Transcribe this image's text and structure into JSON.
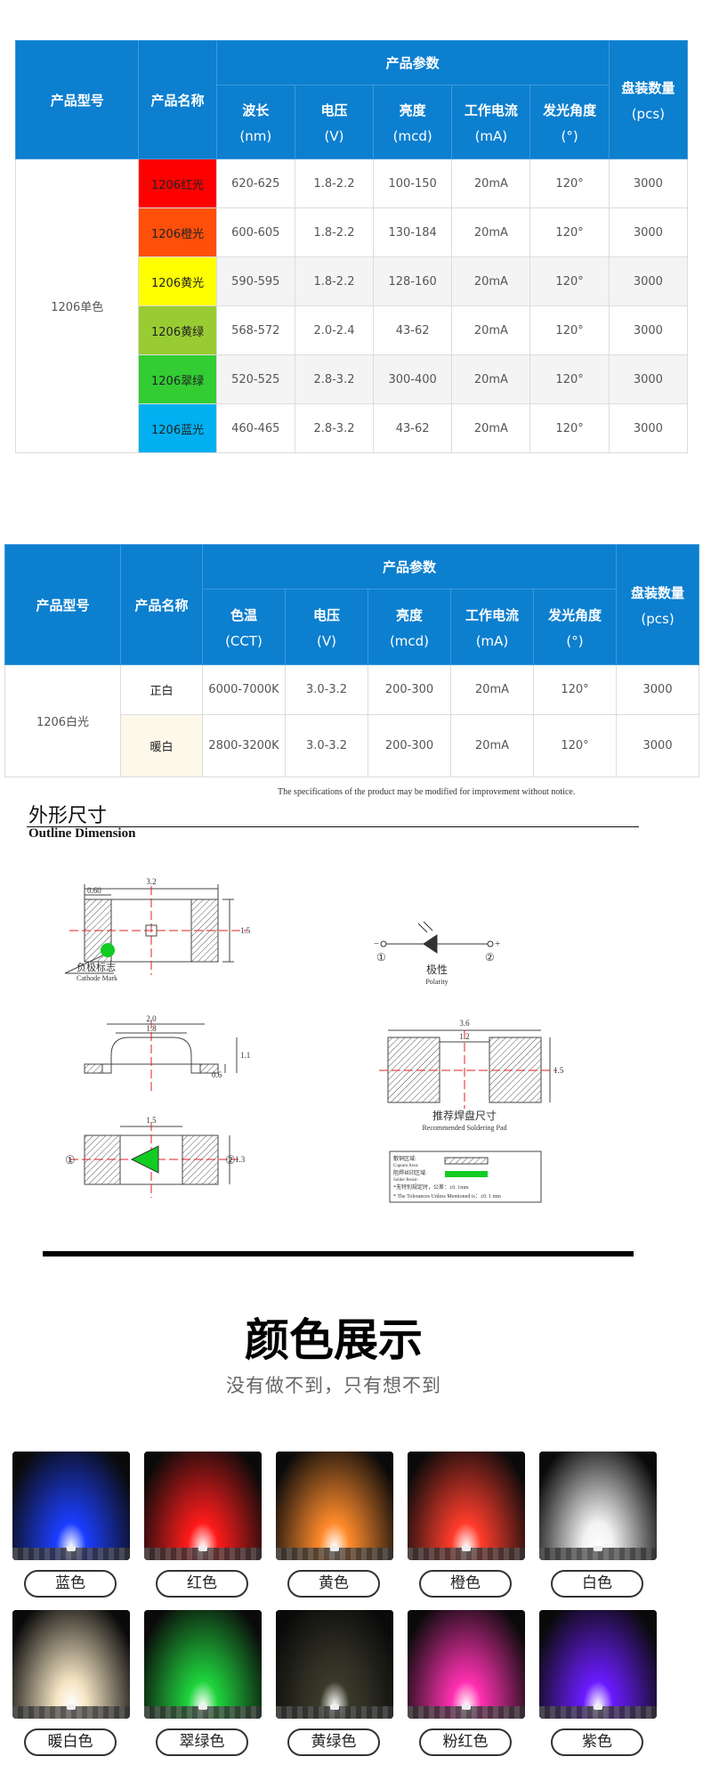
{
  "table1": {
    "header": {
      "model": "产品型号",
      "name": "产品名称",
      "params": "产品参数",
      "qty": "盘装数量",
      "qty_unit": "(pcs)",
      "cols": [
        {
          "label": "波长",
          "unit": "(nm)"
        },
        {
          "label": "电压",
          "unit": "(V)"
        },
        {
          "label": "亮度",
          "unit": "(mcd)"
        },
        {
          "label": "工作电流",
          "unit": "(mA)"
        },
        {
          "label": "发光角度",
          "unit": "(°)"
        }
      ]
    },
    "model": "1206单色",
    "rows": [
      {
        "name": "1206红光",
        "color": "#ff0000",
        "wavelength": "620-625",
        "voltage": "1.8-2.2",
        "brightness": "100-150",
        "current": "20mA",
        "angle": "120°",
        "qty": "3000"
      },
      {
        "name": "1206橙光",
        "color": "#ff4f0a",
        "wavelength": "600-605",
        "voltage": "1.8-2.2",
        "brightness": "130-184",
        "current": "20mA",
        "angle": "120°",
        "qty": "3000"
      },
      {
        "name": "1206黄光",
        "color": "#ffff00",
        "wavelength": "590-595",
        "voltage": "1.8-2.2",
        "brightness": "128-160",
        "current": "20mA",
        "angle": "120°",
        "qty": "3000"
      },
      {
        "name": "1206黄绿",
        "color": "#99cc33",
        "wavelength": "568-572",
        "voltage": "2.0-2.4",
        "brightness": "43-62",
        "current": "20mA",
        "angle": "120°",
        "qty": "3000"
      },
      {
        "name": "1206翠绿",
        "color": "#33cc33",
        "wavelength": "520-525",
        "voltage": "2.8-3.2",
        "brightness": "300-400",
        "current": "20mA",
        "angle": "120°",
        "qty": "3000"
      },
      {
        "name": "1206蓝光",
        "color": "#00b0f0",
        "wavelength": "460-465",
        "voltage": "2.8-3.2",
        "brightness": "43-62",
        "current": "20mA",
        "angle": "120°",
        "qty": "3000"
      }
    ]
  },
  "table2": {
    "header": {
      "model": "产品型号",
      "name": "产品名称",
      "params": "产品参数",
      "qty": "盘装数量",
      "qty_unit": "(pcs)",
      "cols": [
        {
          "label": "色温",
          "unit": "(CCT)"
        },
        {
          "label": "电压",
          "unit": "(V)"
        },
        {
          "label": "亮度",
          "unit": "(mcd)"
        },
        {
          "label": "工作电流",
          "unit": "(mA)"
        },
        {
          "label": "发光角度",
          "unit": "(°)"
        }
      ]
    },
    "model": "1206白光",
    "rows": [
      {
        "name": "正白",
        "color": "#ffffff",
        "cct": "6000-7000K",
        "voltage": "3.0-3.2",
        "brightness": "200-300",
        "current": "20mA",
        "angle": "120°",
        "qty": "3000"
      },
      {
        "name": "暖白",
        "color": "#fdf8ea",
        "cct": "2800-3200K",
        "voltage": "3.0-3.2",
        "brightness": "200-300",
        "current": "20mA",
        "angle": "120°",
        "qty": "3000"
      }
    ]
  },
  "outline": {
    "spec_note": "The specifications of the product may be modified for improvement without notice.",
    "title_cn": "外形尺寸",
    "title_en": "Outline Dimension",
    "dim_top_width": "3.2",
    "dim_pad": "0.60",
    "dim_height": "1.5",
    "cathode_cn": "负极标志",
    "cathode_en": "Cathode Mark",
    "dim_side_outer": "2.0",
    "dim_side_inner": "1.8",
    "dim_side_h1": "0.6",
    "dim_side_h2": "1.1",
    "dim_bottom_w": "1.5",
    "dim_bottom_h": "1.3",
    "pin1": "①",
    "pin2": "②",
    "polarity_minus": "−",
    "polarity_plus": "+",
    "polarity_cn": "极性",
    "polarity_en": "Polarity",
    "pad_total": "3.6",
    "pad_gap": "1.2",
    "pad_h": "1.5",
    "pad_cn": "推荐焊盘尺寸",
    "pad_en": "Recommended Soldering Pad",
    "legend_copper": "敷铜区域:",
    "legend_copper_en": "Cupram Area:",
    "legend_resist": "阻焊丝印区域:",
    "legend_resist_en": "Solder Resist:",
    "legend_tol_cn": "*无特别规定时，公差：±0. 1mm",
    "legend_tol_en": "* The Tolerances Unless Mentioned is：±0. 1 mm"
  },
  "showcase": {
    "title": "颜色展示",
    "subtitle": "没有做不到，只有想不到",
    "items": [
      {
        "label": "蓝色",
        "glow": "#1a3dff"
      },
      {
        "label": "红色",
        "glow": "#ff1a1a"
      },
      {
        "label": "黄色",
        "glow": "#ff8a2a"
      },
      {
        "label": "橙色",
        "glow": "#ff3b2a"
      },
      {
        "label": "白色",
        "glow": "#f2f2f2"
      },
      {
        "label": "暖白色",
        "glow": "#f6e6c4"
      },
      {
        "label": "翠绿色",
        "glow": "#1ed43c"
      },
      {
        "label": "黄绿色",
        "glow": "#3a3a2a"
      },
      {
        "label": "粉红色",
        "glow": "#ff2fb0"
      },
      {
        "label": "紫色",
        "glow": "#6a1aff"
      }
    ]
  }
}
